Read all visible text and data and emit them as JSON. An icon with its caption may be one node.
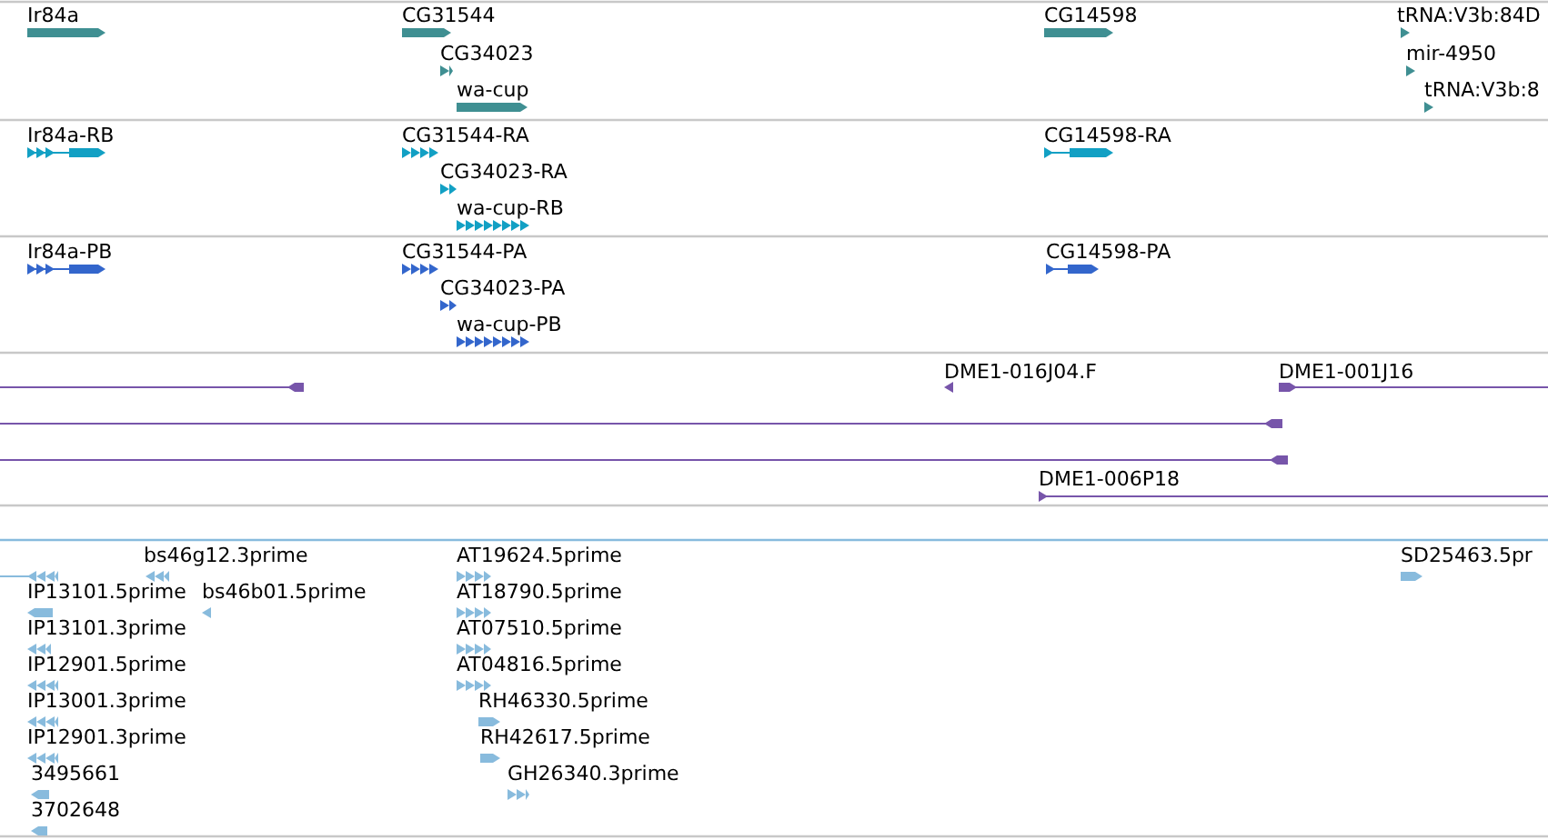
{
  "diagram": {
    "labels": [
      "Ir84a",
      "CG31544",
      "CG34023",
      "wa-cup",
      "CG14598",
      "tRNA:V3b:84D",
      "mir-4950",
      "tRNA:V3b:8",
      "Ir84a-RB",
      "CG31544-RA",
      "CG34023-RA",
      "wa-cup-RB",
      "CG14598-RA",
      "Ir84a-PB",
      "CG31544-PA",
      "CG34023-PA",
      "wa-cup-PB",
      "CG14598-PA",
      "DME1-016J04.F",
      "DME1-001J16",
      "DME1-006P18",
      "bs46g12.3prime",
      "IP13101.5prime",
      "bs46b01.5prime",
      "IP13101.3prime",
      "IP12901.5prime",
      "IP13001.3prime",
      "IP12901.3prime",
      "3495661",
      "3702648",
      "AT19624.5prime",
      "AT18790.5prime",
      "AT07510.5prime",
      "AT04816.5prime",
      "RH46330.5prime",
      "RH42617.5prime",
      "GH26340.3prime",
      "SD25463.5pr"
    ]
  }
}
